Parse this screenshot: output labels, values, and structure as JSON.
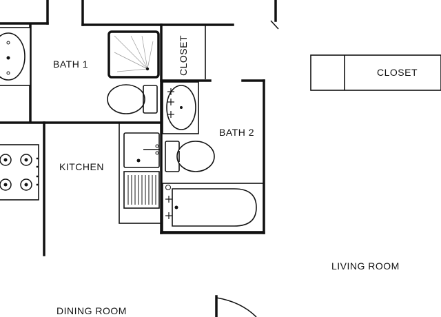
{
  "floorplan": {
    "rooms": {
      "bath1": "BATH 1",
      "closet_small": "CLOSET",
      "closet_large": "CLOSET",
      "bath2": "BATH 2",
      "kitchen": "KITCHEN",
      "living_room": "LIVING ROOM",
      "dining_room": "DINING ROOM"
    },
    "fixtures": [
      "shower-icon",
      "toilet-icon",
      "sink-icon",
      "bathtub-icon",
      "stove-icon",
      "kitchen-sink-icon",
      "dish-rack-icon"
    ],
    "colors": {
      "wall": "#111111",
      "background": "#ffffff"
    }
  }
}
